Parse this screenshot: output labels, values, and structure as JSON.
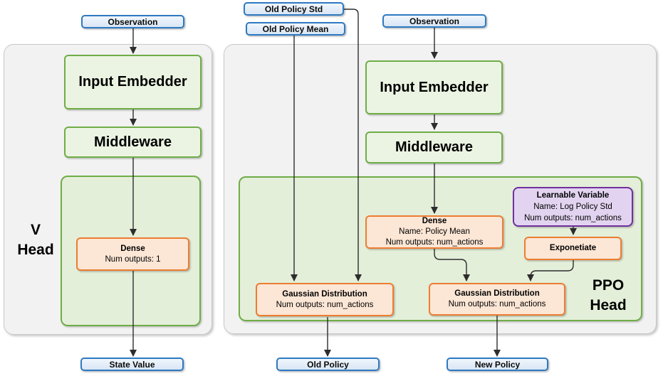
{
  "colors": {
    "io_border": "#2e79c1",
    "io_fill": "#d9e7f5",
    "green_border": "#70ad47",
    "green_fill": "#ebf4e2",
    "container_fill": "#e4efda",
    "orange_border": "#ed7d31",
    "orange_fill": "#fce6d5",
    "purple_border": "#7030a0",
    "purple_fill": "#e2d4f0",
    "panel_fill": "#f2f2f2",
    "panel_border": "#c9c9c9",
    "connector": "#2d2d2d"
  },
  "io": {
    "observation_left": "Observation",
    "old_policy_std": "Old Policy Std",
    "old_policy_mean": "Old Policy Mean",
    "observation_right": "Observation",
    "state_value": "State Value",
    "old_policy": "Old Policy",
    "new_policy": "New Policy"
  },
  "v_head": {
    "input_embedder": "Input Embedder",
    "middleware": "Middleware",
    "label_line1": "V",
    "label_line2": "Head",
    "dense_title": "Dense",
    "dense_outputs": "Num outputs: 1"
  },
  "ppo_head": {
    "input_embedder": "Input Embedder",
    "middleware": "Middleware",
    "label_line1": "PPO",
    "label_line2": "Head",
    "dense_title": "Dense",
    "dense_name": "Name: Policy Mean",
    "dense_outputs": "Num outputs: num_actions",
    "learnable_title": "Learnable Variable",
    "learnable_name": "Name: Log Policy Std",
    "learnable_outputs": "Num outputs: num_actions",
    "exponetiate": "Exponetiate",
    "gaussian_old_title": "Gaussian Distribution",
    "gaussian_old_outputs": "Num outputs: num_actions",
    "gaussian_new_title": "Gaussian Distribution",
    "gaussian_new_outputs": "Num outputs: num_actions"
  }
}
